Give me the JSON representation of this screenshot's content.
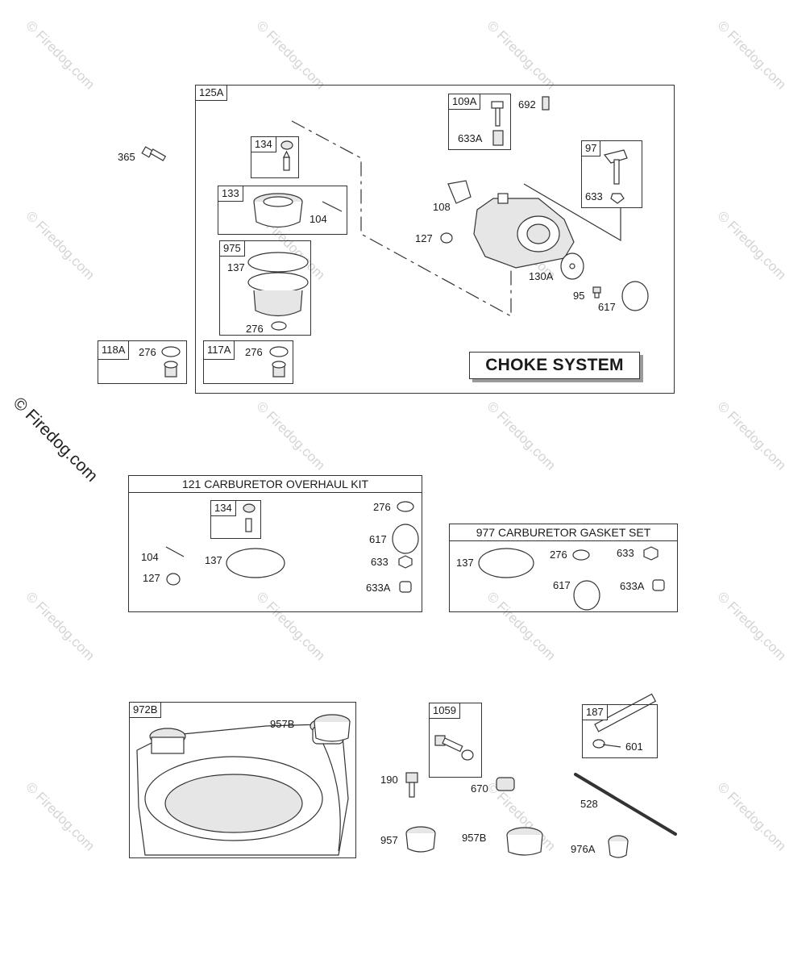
{
  "watermark": "© Firedog.com",
  "main_box": {
    "id": "125A",
    "title": "CHOKE SYSTEM"
  },
  "boxes": {
    "b109a": "109A",
    "b97": "97",
    "b134": "134",
    "b133": "133",
    "b975": "975",
    "b118a": "118A",
    "b117a": "117A",
    "b134k": "134",
    "b972b": "972B",
    "b1059": "1059",
    "b187": "187"
  },
  "labels": {
    "l365": "365",
    "l692": "692",
    "l633a_top": "633A",
    "l633_top": "633",
    "l108": "108",
    "l127_top": "127",
    "l104_top": "104",
    "l137_top": "137",
    "l276_975": "276",
    "l130a": "130A",
    "l95": "95",
    "l617_top": "617",
    "l276_118a": "276",
    "l276_117a": "276",
    "l276_kit": "276",
    "l617_kit": "617",
    "l104_kit": "104",
    "l137_kit": "137",
    "l633_kit": "633",
    "l127_kit": "127",
    "l633a_kit": "633A",
    "l137_gs": "137",
    "l276_gs": "276",
    "l633_gs": "633",
    "l617_gs": "617",
    "l633a_gs": "633A",
    "l957b_tank": "957B",
    "l190": "190",
    "l670": "670",
    "l601": "601",
    "l528": "528",
    "l957": "957",
    "l957b": "957B",
    "l976a": "976A"
  },
  "kit_panel": {
    "title": "121 CARBURETOR OVERHAUL KIT"
  },
  "gasket_panel": {
    "title": "977 CARBURETOR GASKET SET"
  }
}
